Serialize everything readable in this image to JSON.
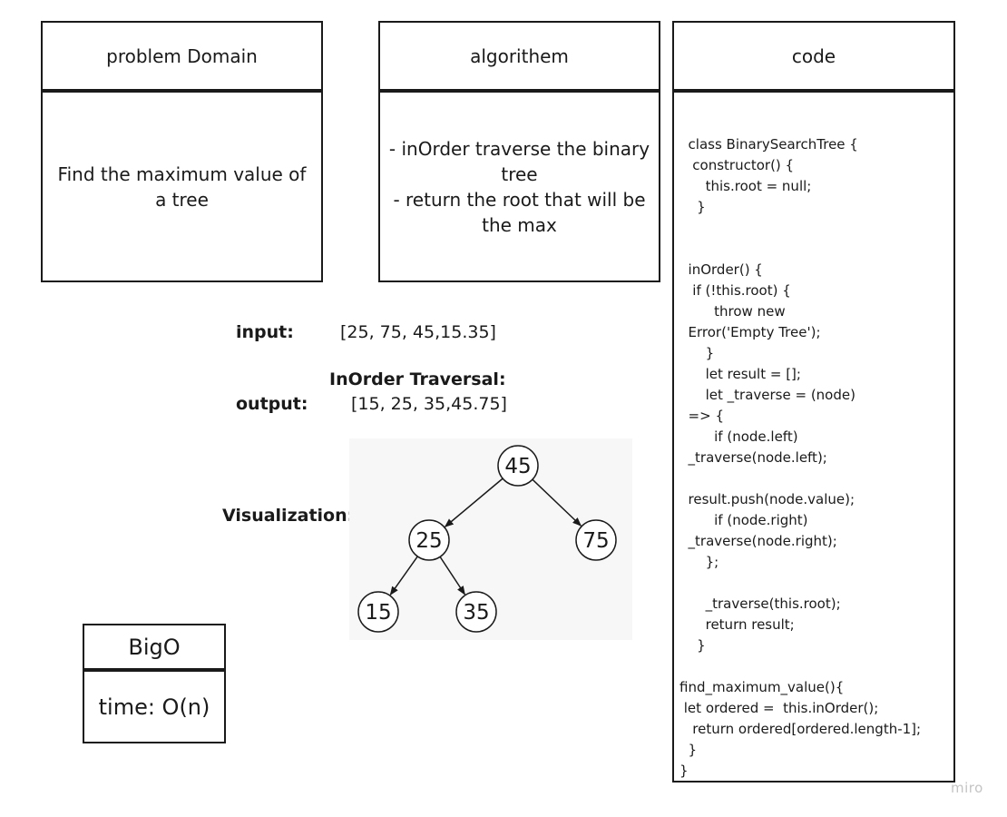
{
  "problem": {
    "header": "problem Domain",
    "body": "Find the maximum value of a tree"
  },
  "algorithm": {
    "header": "algorithem",
    "lines": [
      "- inOrder traverse the binary tree",
      "- return the root that will be the max"
    ]
  },
  "code": {
    "header": "code",
    "body": "  class BinarySearchTree {\n   constructor() {\n      this.root = null;\n    }\n\n\n  inOrder() {\n   if (!this.root) {\n        throw new\n  Error('Empty Tree');\n      }\n      let result = [];\n      let _traverse = (node)\n  => {\n        if (node.left)\n  _traverse(node.left);\n\n  result.push(node.value);\n        if (node.right)\n  _traverse(node.right);\n      };\n\n      _traverse(this.root);\n      return result;\n    }\n\nfind_maximum_value(){\n let ordered =  this.inOrder();\n   return ordered[ordered.length-1];\n  }\n}"
  },
  "io": {
    "input_label": "input:",
    "input_value": "[25, 75, 45,15.35]",
    "traversal_label": "InOrder Traversal:",
    "output_label": "output:",
    "output_value": "[15, 25, 35,45.75]",
    "visualization_label": "Visualization:"
  },
  "tree": {
    "nodes": [
      {
        "id": "n45",
        "label": "45"
      },
      {
        "id": "n25",
        "label": "25"
      },
      {
        "id": "n75",
        "label": "75"
      },
      {
        "id": "n15",
        "label": "15"
      },
      {
        "id": "n35",
        "label": "35"
      }
    ],
    "edges": [
      {
        "from": "n45",
        "to": "n25"
      },
      {
        "from": "n45",
        "to": "n75"
      },
      {
        "from": "n25",
        "to": "n15"
      },
      {
        "from": "n25",
        "to": "n35"
      }
    ]
  },
  "bigo": {
    "header": "BigO",
    "body": "time: O(n)"
  },
  "watermark": "miro"
}
